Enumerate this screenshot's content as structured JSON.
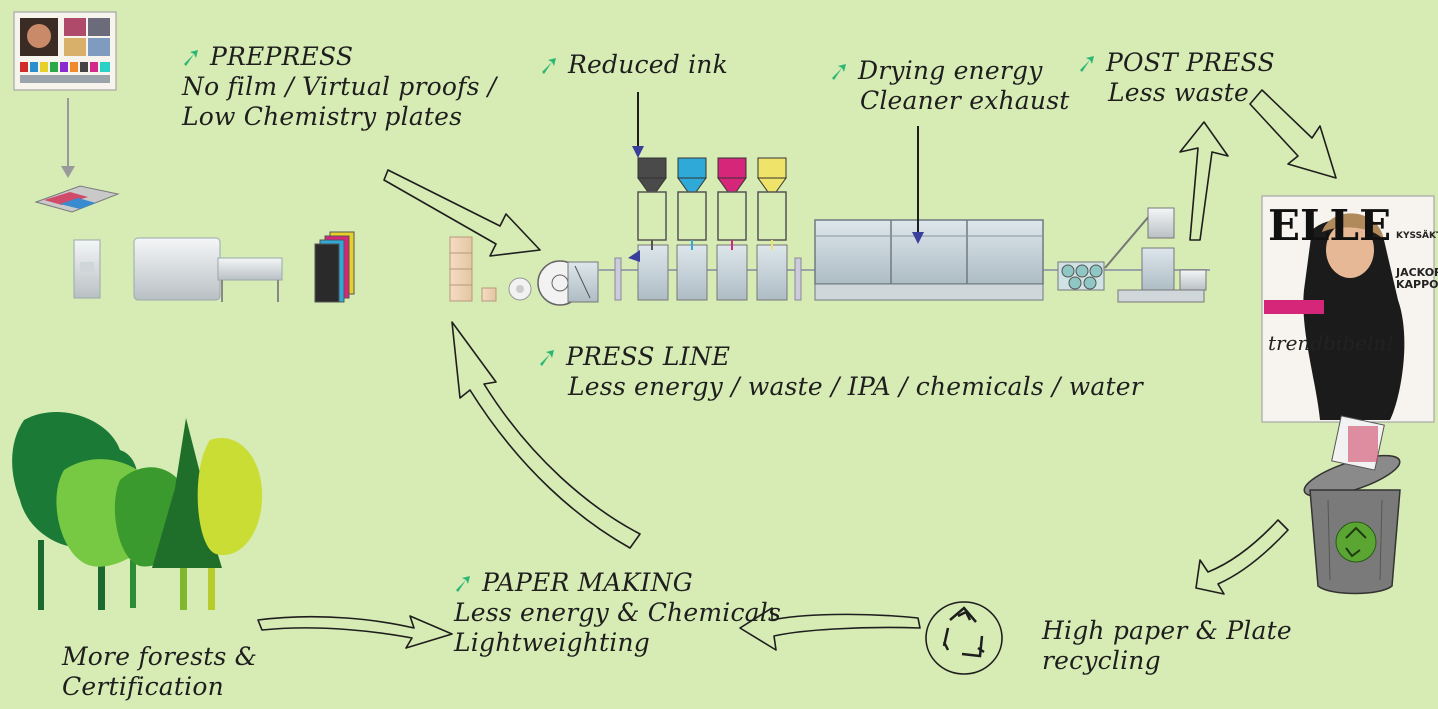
{
  "prepress": {
    "heading": "PREPRESS",
    "line1": "No film / Virtual proofs /",
    "line2": "Low Chemistry plates"
  },
  "reduced_ink": {
    "heading": "Reduced ink"
  },
  "drying": {
    "line1": "Drying energy",
    "line2": "Cleaner exhaust"
  },
  "postpress": {
    "heading": "POST PRESS",
    "line1": "Less waste"
  },
  "pressline": {
    "heading": "PRESS LINE",
    "line1": "Less energy / waste / IPA / chemicals / water"
  },
  "papermaking": {
    "heading": "PAPER MAKING",
    "line1": "Less energy & Chemicals",
    "line2": "Lightweighting"
  },
  "forests": {
    "line1": "More forests &",
    "line2": "Certification"
  },
  "recycling": {
    "line1": "High paper & Plate",
    "line2": "recycling"
  },
  "colors": {
    "background": "#d7ebb4",
    "tick": "#2bb673",
    "pointer_arrow": "#3b3f9c",
    "ink_black": "#4a4a4a",
    "ink_cyan": "#2ea9d8",
    "ink_magenta": "#d6267a",
    "ink_yellow": "#efe36a"
  },
  "icons": {
    "tick_marker": "arrow-up-right-icon",
    "recycle": "recycle-icon",
    "trash": "recycling-bin-icon",
    "magazine": "magazine-cover",
    "forest": "forest-trees"
  }
}
